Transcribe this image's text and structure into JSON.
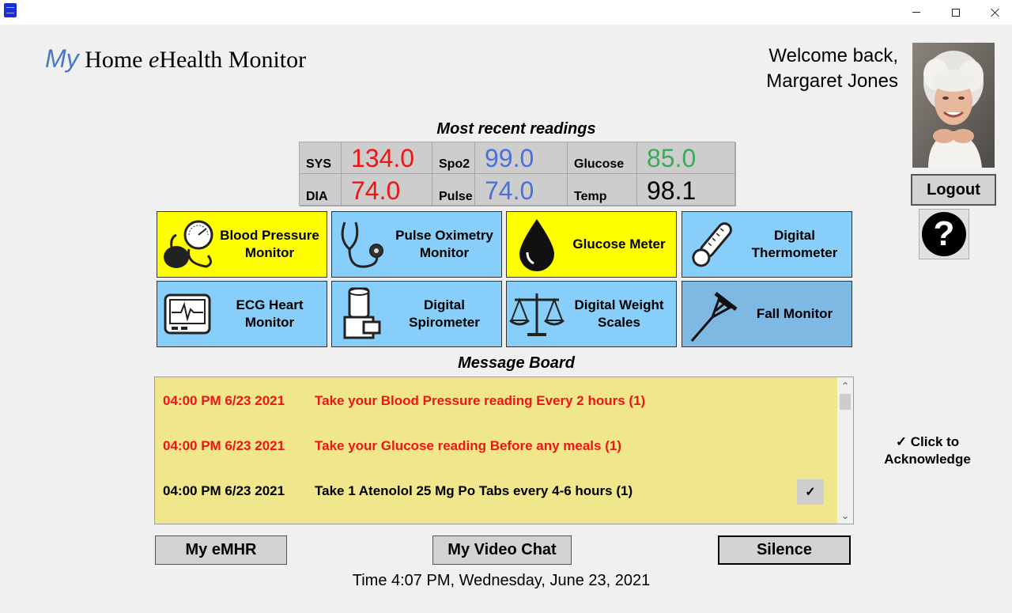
{
  "window": {
    "title": "",
    "icon": "app-icon",
    "controls": {
      "minimize": "minimize-icon",
      "maximize": "maximize-icon",
      "close": "close-icon"
    }
  },
  "header": {
    "title_my": "My",
    "title_home": "Home",
    "title_e": "e",
    "title_health": "Health Monitor",
    "welcome_line1": "Welcome back,",
    "welcome_line2": "Margaret Jones",
    "logout_label": "Logout",
    "help_label": "?"
  },
  "readings": {
    "heading": "Most recent readings",
    "sys": {
      "label": "SYS",
      "value": "134.0",
      "color": "#ee1515"
    },
    "dia": {
      "label": "DIA",
      "value": "74.0",
      "color": "#ee1515"
    },
    "spo2": {
      "label": "Spo2",
      "value": "99.0",
      "color": "#4c6fd8"
    },
    "pulse": {
      "label": "Pulse",
      "value": "74.0",
      "color": "#4c6fd8"
    },
    "glucose": {
      "label": "Glucose",
      "value": "85.0",
      "color": "#3ea85c"
    },
    "temp": {
      "label": "Temp",
      "value": "98.1",
      "color": "#000000"
    }
  },
  "devices": [
    {
      "label": "Blood Pressure Monitor",
      "icon": "blood-pressure-gauge-icon",
      "color": "#ffff00"
    },
    {
      "label": "Pulse Oximetry Monitor",
      "icon": "stethoscope-icon",
      "color": "#87cefa"
    },
    {
      "label": "Glucose Meter",
      "icon": "blood-drop-icon",
      "color": "#ffff00"
    },
    {
      "label": "Digital Thermometer",
      "icon": "thermometer-icon",
      "color": "#87cefa"
    },
    {
      "label": "ECG Heart Monitor",
      "icon": "ecg-monitor-icon",
      "color": "#87cefa"
    },
    {
      "label": "Digital Spirometer",
      "icon": "spirometer-icon",
      "color": "#87cefa"
    },
    {
      "label": "Digital Weight Scales",
      "icon": "balance-scale-icon",
      "color": "#87cefa"
    },
    {
      "label": "Fall Monitor",
      "icon": "crutch-icon",
      "color": "#7eb9e4"
    }
  ],
  "message_board": {
    "heading": "Message Board",
    "messages": [
      {
        "time": "04:00 PM 6/23 2021",
        "text": "Take your Blood Pressure reading Every 2 hours (1)",
        "color": "#ee1515"
      },
      {
        "time": "04:00 PM 6/23 2021",
        "text": "Take your Glucose reading Before any meals (1)",
        "color": "#ee1515"
      },
      {
        "time": "04:00 PM 6/23 2021",
        "text": "Take 1 Atenolol 25 Mg Po Tabs every 4-6 hours (1)",
        "color": "#000000"
      }
    ],
    "ack_check": "✓",
    "ack_hint_line1": "✓ Click to",
    "ack_hint_line2": "Acknowledge"
  },
  "bottom": {
    "emhr_label": "My eMHR",
    "video_chat_label": "My Video Chat",
    "silence_label": "Silence",
    "clock": "Time 4:07 PM, Wednesday, June 23, 2021"
  }
}
